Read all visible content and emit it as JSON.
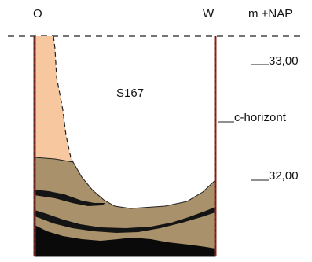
{
  "orientation": {
    "east": "O",
    "west": "W"
  },
  "elevation_unit": "m +NAP",
  "elevation_labels": [
    "33,00",
    "32,00"
  ],
  "feature_label": "S167",
  "horizon_label": "c-horizont",
  "colors": {
    "upper_fill": "#f7c7a0",
    "fill_layer": "#a8916b",
    "dark_band": "#141414",
    "pit_wall": "#8a2a1f",
    "line": "#222222"
  }
}
